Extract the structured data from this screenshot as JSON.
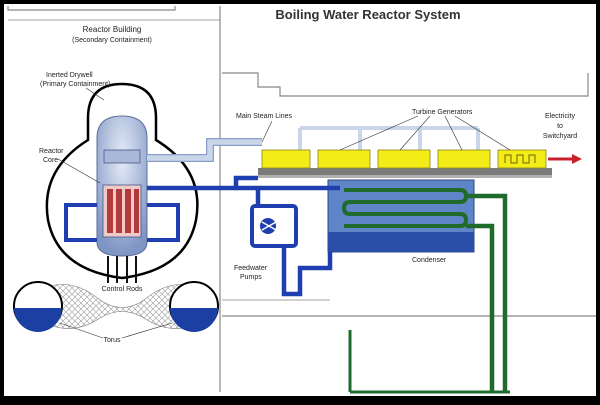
{
  "diagram": {
    "title": "Boiling Water Reactor System",
    "building_label": "Reactor Building",
    "building_sublabel": "(Secondary Containment)",
    "drywell_label": "Inerted Drywell",
    "drywell_sublabel": "(Primary Containment)",
    "core_label_1": "Reactor",
    "core_label_2": "Core",
    "control_rods_label": "Control Rods",
    "torus_label": "Torus",
    "steam_lines_label": "Main Steam Lines",
    "turbines_label": "Turbine Generators",
    "electricity_label_1": "Electricity",
    "electricity_label_2": "to",
    "electricity_label_3": "Switchyard",
    "feedwater_label_1": "Feedwater",
    "feedwater_label_2": "Pumps",
    "condenser_label": "Condenser"
  },
  "colors": {
    "background": "#ffffff",
    "steam": "#c9d6ea",
    "feedwater": "#1f3fb0",
    "cooling_water": "#1f6b2c",
    "turbine": "#f4ec17",
    "condenser": "#5f84c8",
    "torus_water": "#1b3fa3",
    "core_rods": "#b23a3a",
    "arrow": "#c8202a"
  }
}
